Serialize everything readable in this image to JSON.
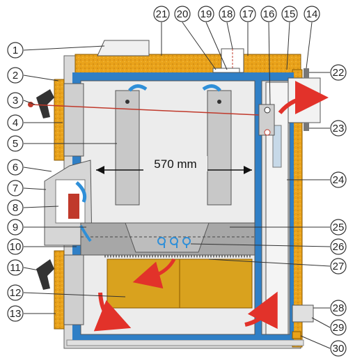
{
  "dimension_label": "570 mm",
  "callouts": [
    "1",
    "2",
    "3",
    "4",
    "5",
    "6",
    "7",
    "8",
    "9",
    "10",
    "11",
    "12",
    "13",
    "14",
    "15",
    "16",
    "17",
    "18",
    "19",
    "20",
    "21",
    "22",
    "23",
    "24",
    "25",
    "26",
    "27",
    "28",
    "29",
    "30"
  ],
  "colors": {
    "insulation": "#e9a21a",
    "insulation_edge": "#8a5a00",
    "water_jacket": "#2f7fc6",
    "steel_light": "#e8e8e8",
    "chamber_grey": "#a7a7a7",
    "fuel_yellow": "#d9a21e",
    "flow_arrow_red": "#e2322a",
    "air_arrow_blue": "#2f8fd8",
    "line": "#333333"
  }
}
